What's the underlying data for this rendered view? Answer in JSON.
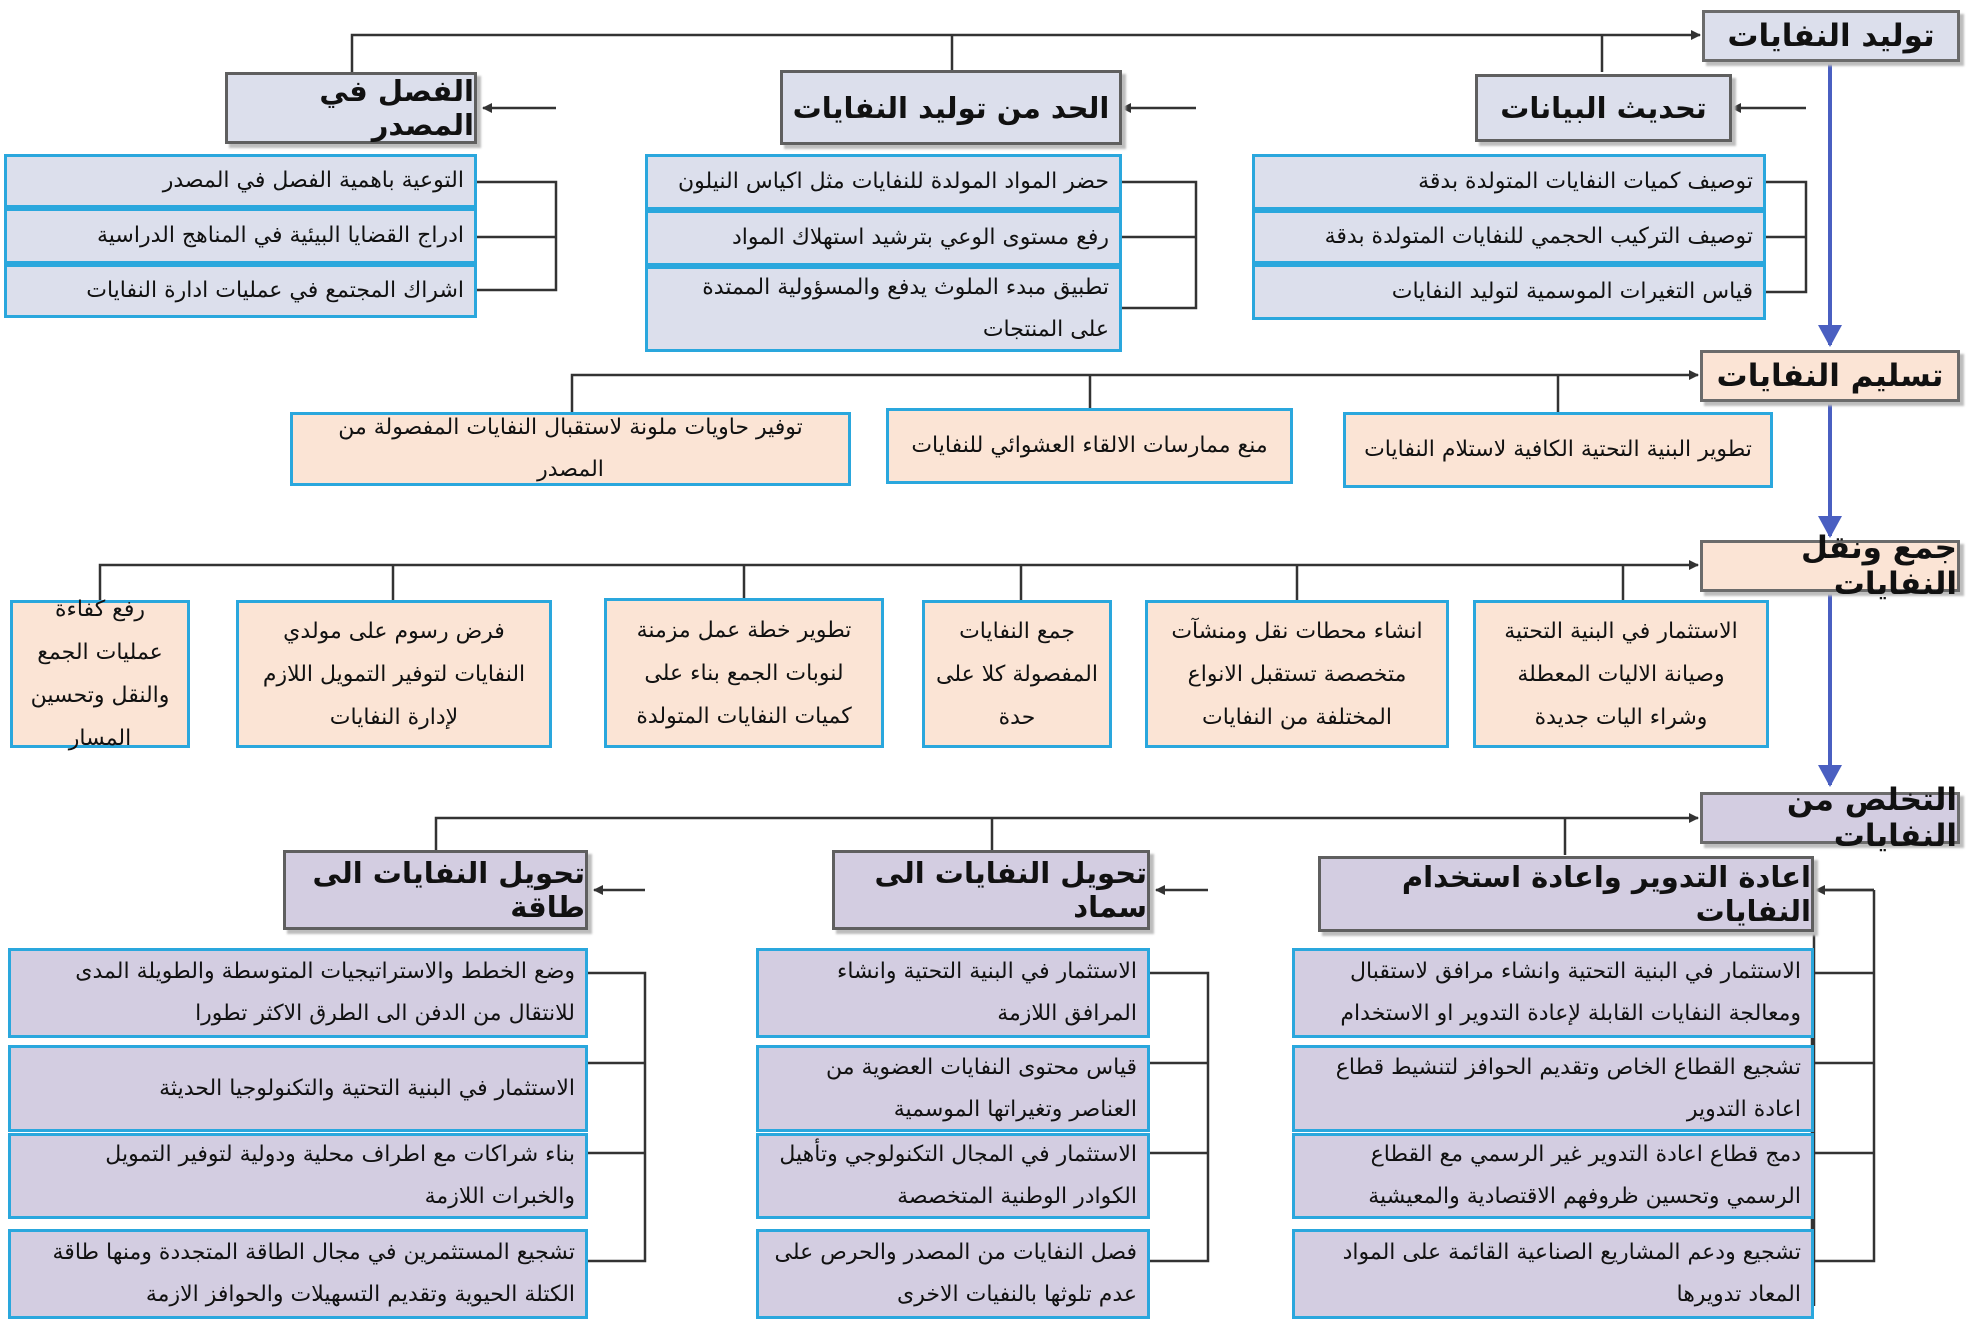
{
  "stages": [
    {
      "title": "توليد النفايات",
      "groups": [
        {
          "title": "تحديث البيانات",
          "items": [
            "توصيف كميات النفايات المتولدة بدقة",
            "توصيف التركيب الحجمي للنفايات المتولدة بدقة",
            "قياس التغيرات الموسمية لتوليد النفايات"
          ]
        },
        {
          "title": "الحد من توليد النفايات",
          "items": [
            "حضر المواد المولدة للنفايات مثل اكياس النيلون",
            "رفع مستوى الوعي بترشيد استهلاك المواد",
            "تطبيق مبدء الملوث يدفع والمسؤولية الممتدة على المنتجات"
          ]
        },
        {
          "title": "الفصل في المصدر",
          "items": [
            "التوعية باهمية الفصل في المصدر",
            "ادراج القضايا البيئية في المناهج الدراسية",
            "اشراك المجتمع في عمليات ادارة النفايات"
          ]
        }
      ]
    },
    {
      "title": "تسليم النفايات",
      "items": [
        "تطوير البنية التحتية الكافية لاستلام النفايات",
        "منع ممارسات الالقاء العشوائي للنفايات",
        "توفير حاويات ملونة لاستقبال النفايات المفصولة من المصدر"
      ]
    },
    {
      "title": "جمع ونقل النفايات",
      "items": [
        "الاستثمار في البنية التحتية وصيانة الاليات المعطلة وشراء اليات جديدة",
        "انشاء محطات نقل ومنشآت متخصصة تستقبل الانواع المختلفة من النفايات",
        "جمع النفايات المفصولة كلا على حدة",
        "تطوير خطة عمل مزمنة لنوبات الجمع بناء على كميات النفايات المتولدة",
        "فرض رسوم على مولدي النفايات لتوفير التمويل اللازم لإدارة النفايات",
        "رفع كفاءة عمليات الجمع والنقل وتحسين المسار"
      ]
    },
    {
      "title": "التخلص من النفايات",
      "groups": [
        {
          "title": "اعادة التدوير واعادة استخدام النفايات",
          "items": [
            "الاستثمار في البنية التحتية وانشاء مرافق لاستقبال ومعالجة النفايات القابلة لإعادة التدوير او الاستخدام",
            "تشجيع القطاع الخاص وتقديم الحوافز لتنشيط قطاع اعادة التدوير",
            "دمج قطاع اعادة التدوير غير الرسمي مع القطاع الرسمي وتحسين ظروفهم الاقتصادية والمعيشية",
            "تشجيع ودعم المشاريع الصناعية القائمة على المواد المعاد تدويرها"
          ]
        },
        {
          "title": "تحويل النفايات الى سماد",
          "items": [
            "الاستثمار في البنية التحتية وانشاء المرافق اللازمة",
            "قياس محتوى النفايات العضوية من العناصر وتغيراتها الموسمية",
            "الاستثمار في المجال التكنولوجي وتأهيل الكوادر الوطنية المتخصصة",
            "فصل النفايات من المصدر والحرص على عدم تلوثها بالنفيات الاخرى"
          ]
        },
        {
          "title": "تحويل النفايات الى طاقة",
          "items": [
            "وضع الخطط والاستراتيجيات المتوسطة والطويلة المدى للانتقال من الدفن الى الطرق الاكثر تطورا",
            "الاستثمار في البنية التحتية والتكنولوجيا الحديثة",
            "بناء شراكات مع اطراف محلية ودولية لتوفير التمويل والخبرات اللازمة",
            "تشجيع المستثمرين في مجال الطاقة المتجددة ومنها طاقة الكتلة الحيوية وتقديم التسهيلات والحوافز الازمة"
          ]
        }
      ]
    }
  ],
  "colors": {
    "blue_flow": "#4a5fc1",
    "item_border": "#2aa7dd",
    "stage1_fill": "#dcdfec",
    "stage2_fill": "#fbe4d5",
    "stage4_fill": "#d3cde1"
  }
}
